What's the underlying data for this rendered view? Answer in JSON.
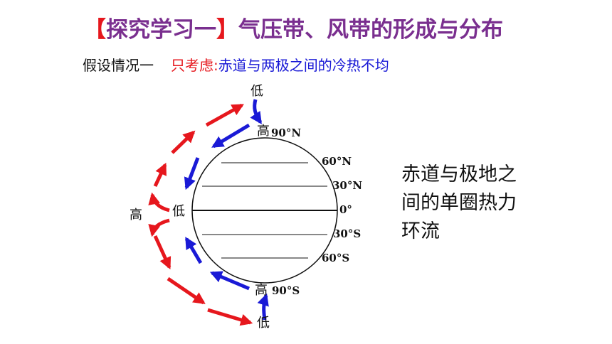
{
  "title": {
    "bracket_open": "【",
    "topic": "探究学习一",
    "bracket_close": "】",
    "main": "气压带、风带的形成与分布"
  },
  "subtitle": {
    "lead": "假设情况一",
    "consider": "只考虑:",
    "content": "赤道与两极之间的冷热不均"
  },
  "pressure_labels": {
    "north_top": "低",
    "north_pole": "高",
    "equator_outer": "高",
    "equator_surface": "低",
    "south_pole": "高",
    "south_bottom": "低"
  },
  "latitudes": [
    {
      "label": "90°N"
    },
    {
      "label": "60°N"
    },
    {
      "label": "30°N"
    },
    {
      "label": "0°"
    },
    {
      "label": "30°S"
    },
    {
      "label": "60°S"
    },
    {
      "label": "90°S"
    }
  ],
  "side_note": {
    "line1": "赤道与极地之",
    "line2": "间的单圈热力",
    "line3": "环流"
  },
  "colors": {
    "upper_flow": "#e6171d",
    "lower_flow": "#1a1ad6",
    "title_topic": "#7a2f8f"
  }
}
